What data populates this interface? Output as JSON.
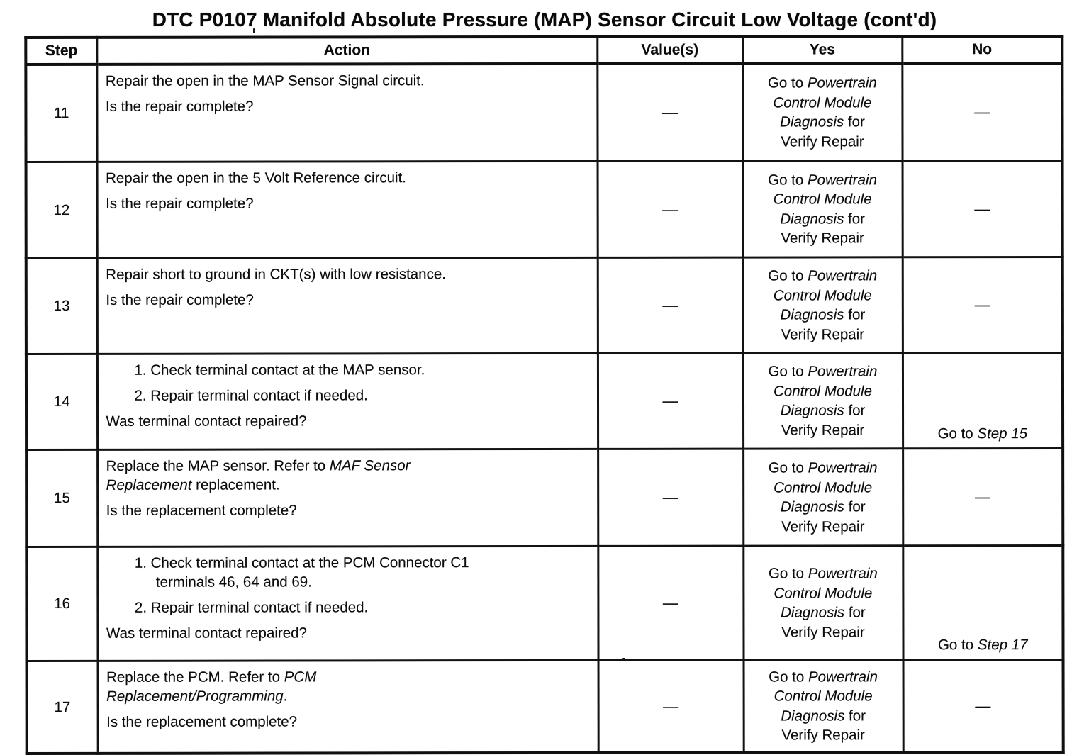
{
  "title": "DTC P0107 Manifold Absolute Pressure (MAP) Sensor Circuit Low Voltage (cont'd)",
  "headers": [
    "Step",
    "Action",
    "Value(s)",
    "Yes",
    "No"
  ],
  "rows": [
    {
      "step": "11",
      "action": [
        {
          "segments": [
            {
              "text": "Repair the open in the MAP Sensor Signal circuit."
            }
          ]
        },
        {
          "gap": true,
          "segments": [
            {
              "text": "Is the repair complete?"
            }
          ]
        }
      ],
      "values": "—",
      "yes": [
        [
          {
            "text": "Go to "
          },
          {
            "text": "Powertrain",
            "italic": true
          }
        ],
        [
          {
            "text": "Control Module",
            "italic": true
          }
        ],
        [
          {
            "text": "Diagnosis",
            "italic": true
          },
          {
            "text": " for"
          }
        ],
        [
          {
            "text": "Verify Repair"
          }
        ]
      ],
      "no": "—"
    },
    {
      "step": "12",
      "action": [
        {
          "segments": [
            {
              "text": "Repair the open in the 5 Volt Reference circuit."
            }
          ]
        },
        {
          "gap": true,
          "segments": [
            {
              "text": "Is the repair complete?"
            }
          ]
        }
      ],
      "values": "—",
      "yes": [
        [
          {
            "text": "Go to "
          },
          {
            "text": "Powertrain",
            "italic": true
          }
        ],
        [
          {
            "text": "Control Module",
            "italic": true
          }
        ],
        [
          {
            "text": "Diagnosis",
            "italic": true
          },
          {
            "text": " for"
          }
        ],
        [
          {
            "text": "Verify Repair"
          }
        ]
      ],
      "no": "—"
    },
    {
      "step": "13",
      "action": [
        {
          "segments": [
            {
              "text": "Repair short to ground in CKT(s) with low resistance."
            }
          ]
        },
        {
          "gap": true,
          "segments": [
            {
              "text": "Is the repair complete?"
            }
          ]
        }
      ],
      "values": "—",
      "yes": [
        [
          {
            "text": "Go to "
          },
          {
            "text": "Powertrain",
            "italic": true
          }
        ],
        [
          {
            "text": "Control Module",
            "italic": true
          }
        ],
        [
          {
            "text": "Diagnosis",
            "italic": true
          },
          {
            "text": " for"
          }
        ],
        [
          {
            "text": "Verify Repair"
          }
        ]
      ],
      "no": "—"
    },
    {
      "step": "14",
      "action": [
        {
          "indent": 1,
          "segments": [
            {
              "text": "1. Check terminal contact at the MAP sensor."
            }
          ]
        },
        {
          "indent": 1,
          "gap": true,
          "segments": [
            {
              "text": "2. Repair terminal contact if needed."
            }
          ]
        },
        {
          "gap": true,
          "segments": [
            {
              "text": "Was terminal contact repaired?"
            }
          ]
        }
      ],
      "values": "—",
      "yes": [
        [
          {
            "text": "Go to "
          },
          {
            "text": "Powertrain",
            "italic": true
          }
        ],
        [
          {
            "text": "Control Module",
            "italic": true
          }
        ],
        [
          {
            "text": "Diagnosis",
            "italic": true
          },
          {
            "text": " for"
          }
        ],
        [
          {
            "text": "Verify Repair"
          }
        ]
      ],
      "no": [
        {
          "text": "Go to "
        },
        {
          "text": "Step 15",
          "italic": true
        }
      ]
    },
    {
      "step": "15",
      "action": [
        {
          "segments": [
            {
              "text": "Replace the MAP sensor. Refer to "
            },
            {
              "text": "MAF Sensor",
              "italic": true
            }
          ]
        },
        {
          "segments": [
            {
              "text": "Replacement",
              "italic": true
            },
            {
              "text": " replacement."
            }
          ]
        },
        {
          "gap": true,
          "segments": [
            {
              "text": "Is the replacement complete?"
            }
          ]
        }
      ],
      "values": "—",
      "yes": [
        [
          {
            "text": "Go to "
          },
          {
            "text": "Powertrain",
            "italic": true
          }
        ],
        [
          {
            "text": "Control Module",
            "italic": true
          }
        ],
        [
          {
            "text": "Diagnosis",
            "italic": true
          },
          {
            "text": " for"
          }
        ],
        [
          {
            "text": "Verify Repair"
          }
        ]
      ],
      "no": "—"
    },
    {
      "step": "16",
      "action": [
        {
          "indent": 1,
          "segments": [
            {
              "text": "1. Check terminal contact at the PCM Connector C1"
            }
          ]
        },
        {
          "indent": 2,
          "segments": [
            {
              "text": "terminals 46, 64 and 69."
            }
          ]
        },
        {
          "indent": 1,
          "gap": true,
          "segments": [
            {
              "text": "2. Repair terminal contact if needed."
            }
          ]
        },
        {
          "gap": true,
          "segments": [
            {
              "text": "Was terminal contact repaired?"
            }
          ]
        }
      ],
      "values": "—",
      "yes": [
        [
          {
            "text": "Go to "
          },
          {
            "text": "Powertrain",
            "italic": true
          }
        ],
        [
          {
            "text": "Control Module",
            "italic": true
          }
        ],
        [
          {
            "text": "Diagnosis",
            "italic": true
          },
          {
            "text": " for"
          }
        ],
        [
          {
            "text": "Verify Repair"
          }
        ]
      ],
      "no": [
        {
          "text": "Go to "
        },
        {
          "text": "Step 17",
          "italic": true
        }
      ]
    },
    {
      "step": "17",
      "action": [
        {
          "segments": [
            {
              "text": "Replace the PCM. Refer to "
            },
            {
              "text": "PCM",
              "italic": true
            }
          ]
        },
        {
          "segments": [
            {
              "text": "Replacement/Programming",
              "italic": true
            },
            {
              "text": "."
            }
          ]
        },
        {
          "gap": true,
          "segments": [
            {
              "text": "Is the replacement complete?"
            }
          ]
        }
      ],
      "values": "—",
      "yes": [
        [
          {
            "text": "Go to "
          },
          {
            "text": "Powertrain",
            "italic": true
          }
        ],
        [
          {
            "text": "Control Module",
            "italic": true
          }
        ],
        [
          {
            "text": "Diagnosis",
            "italic": true
          },
          {
            "text": " for"
          }
        ],
        [
          {
            "text": "Verify Repair"
          }
        ]
      ],
      "no": "—"
    }
  ]
}
